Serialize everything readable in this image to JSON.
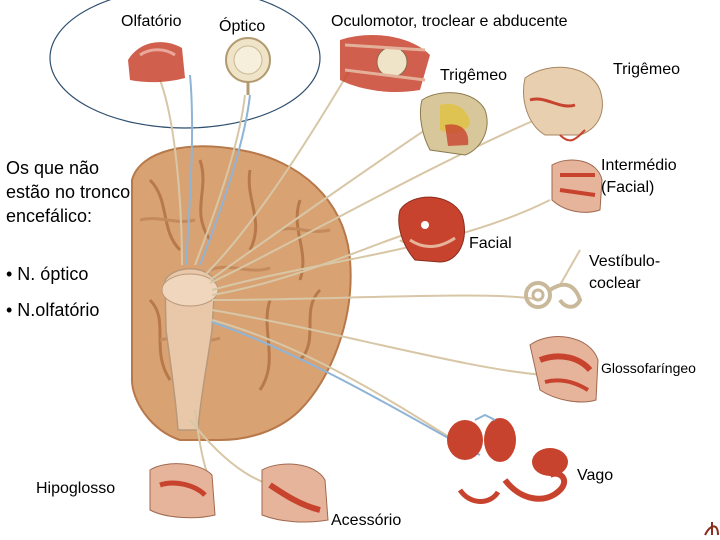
{
  "labels": {
    "olfatorio": "Olfatório",
    "optico": "Óptico",
    "oculomotor": "Oculomotor, troclear e abducente",
    "trigemeo_inner": "Trigêmeo",
    "trigemeo_outer": "Trigêmeo",
    "intermedio_1": "Intermédio",
    "intermedio_2": "(Facial)",
    "facial": "Facial",
    "vestibulo_1": "Vestíbulo-",
    "vestibulo_2": "coclear",
    "glossofaringeo": "Glossofaríngeo",
    "vago": "Vago",
    "hipoglosso": "Hipoglosso",
    "acessorio": "Acessório"
  },
  "note": {
    "text": "Os que não estão no tronco encefálico:",
    "bullet_1": "• N. óptico",
    "bullet_2": "• N.olfatório"
  },
  "colors": {
    "brain": "#d9a273",
    "brain_dark": "#b7794a",
    "brainstem": "#e8c8a8",
    "nerve": "#d8c7a6",
    "nerve_blue": "#8fb4d6",
    "muscle": "#c8432e",
    "ellipse": "#2f4f6f"
  }
}
